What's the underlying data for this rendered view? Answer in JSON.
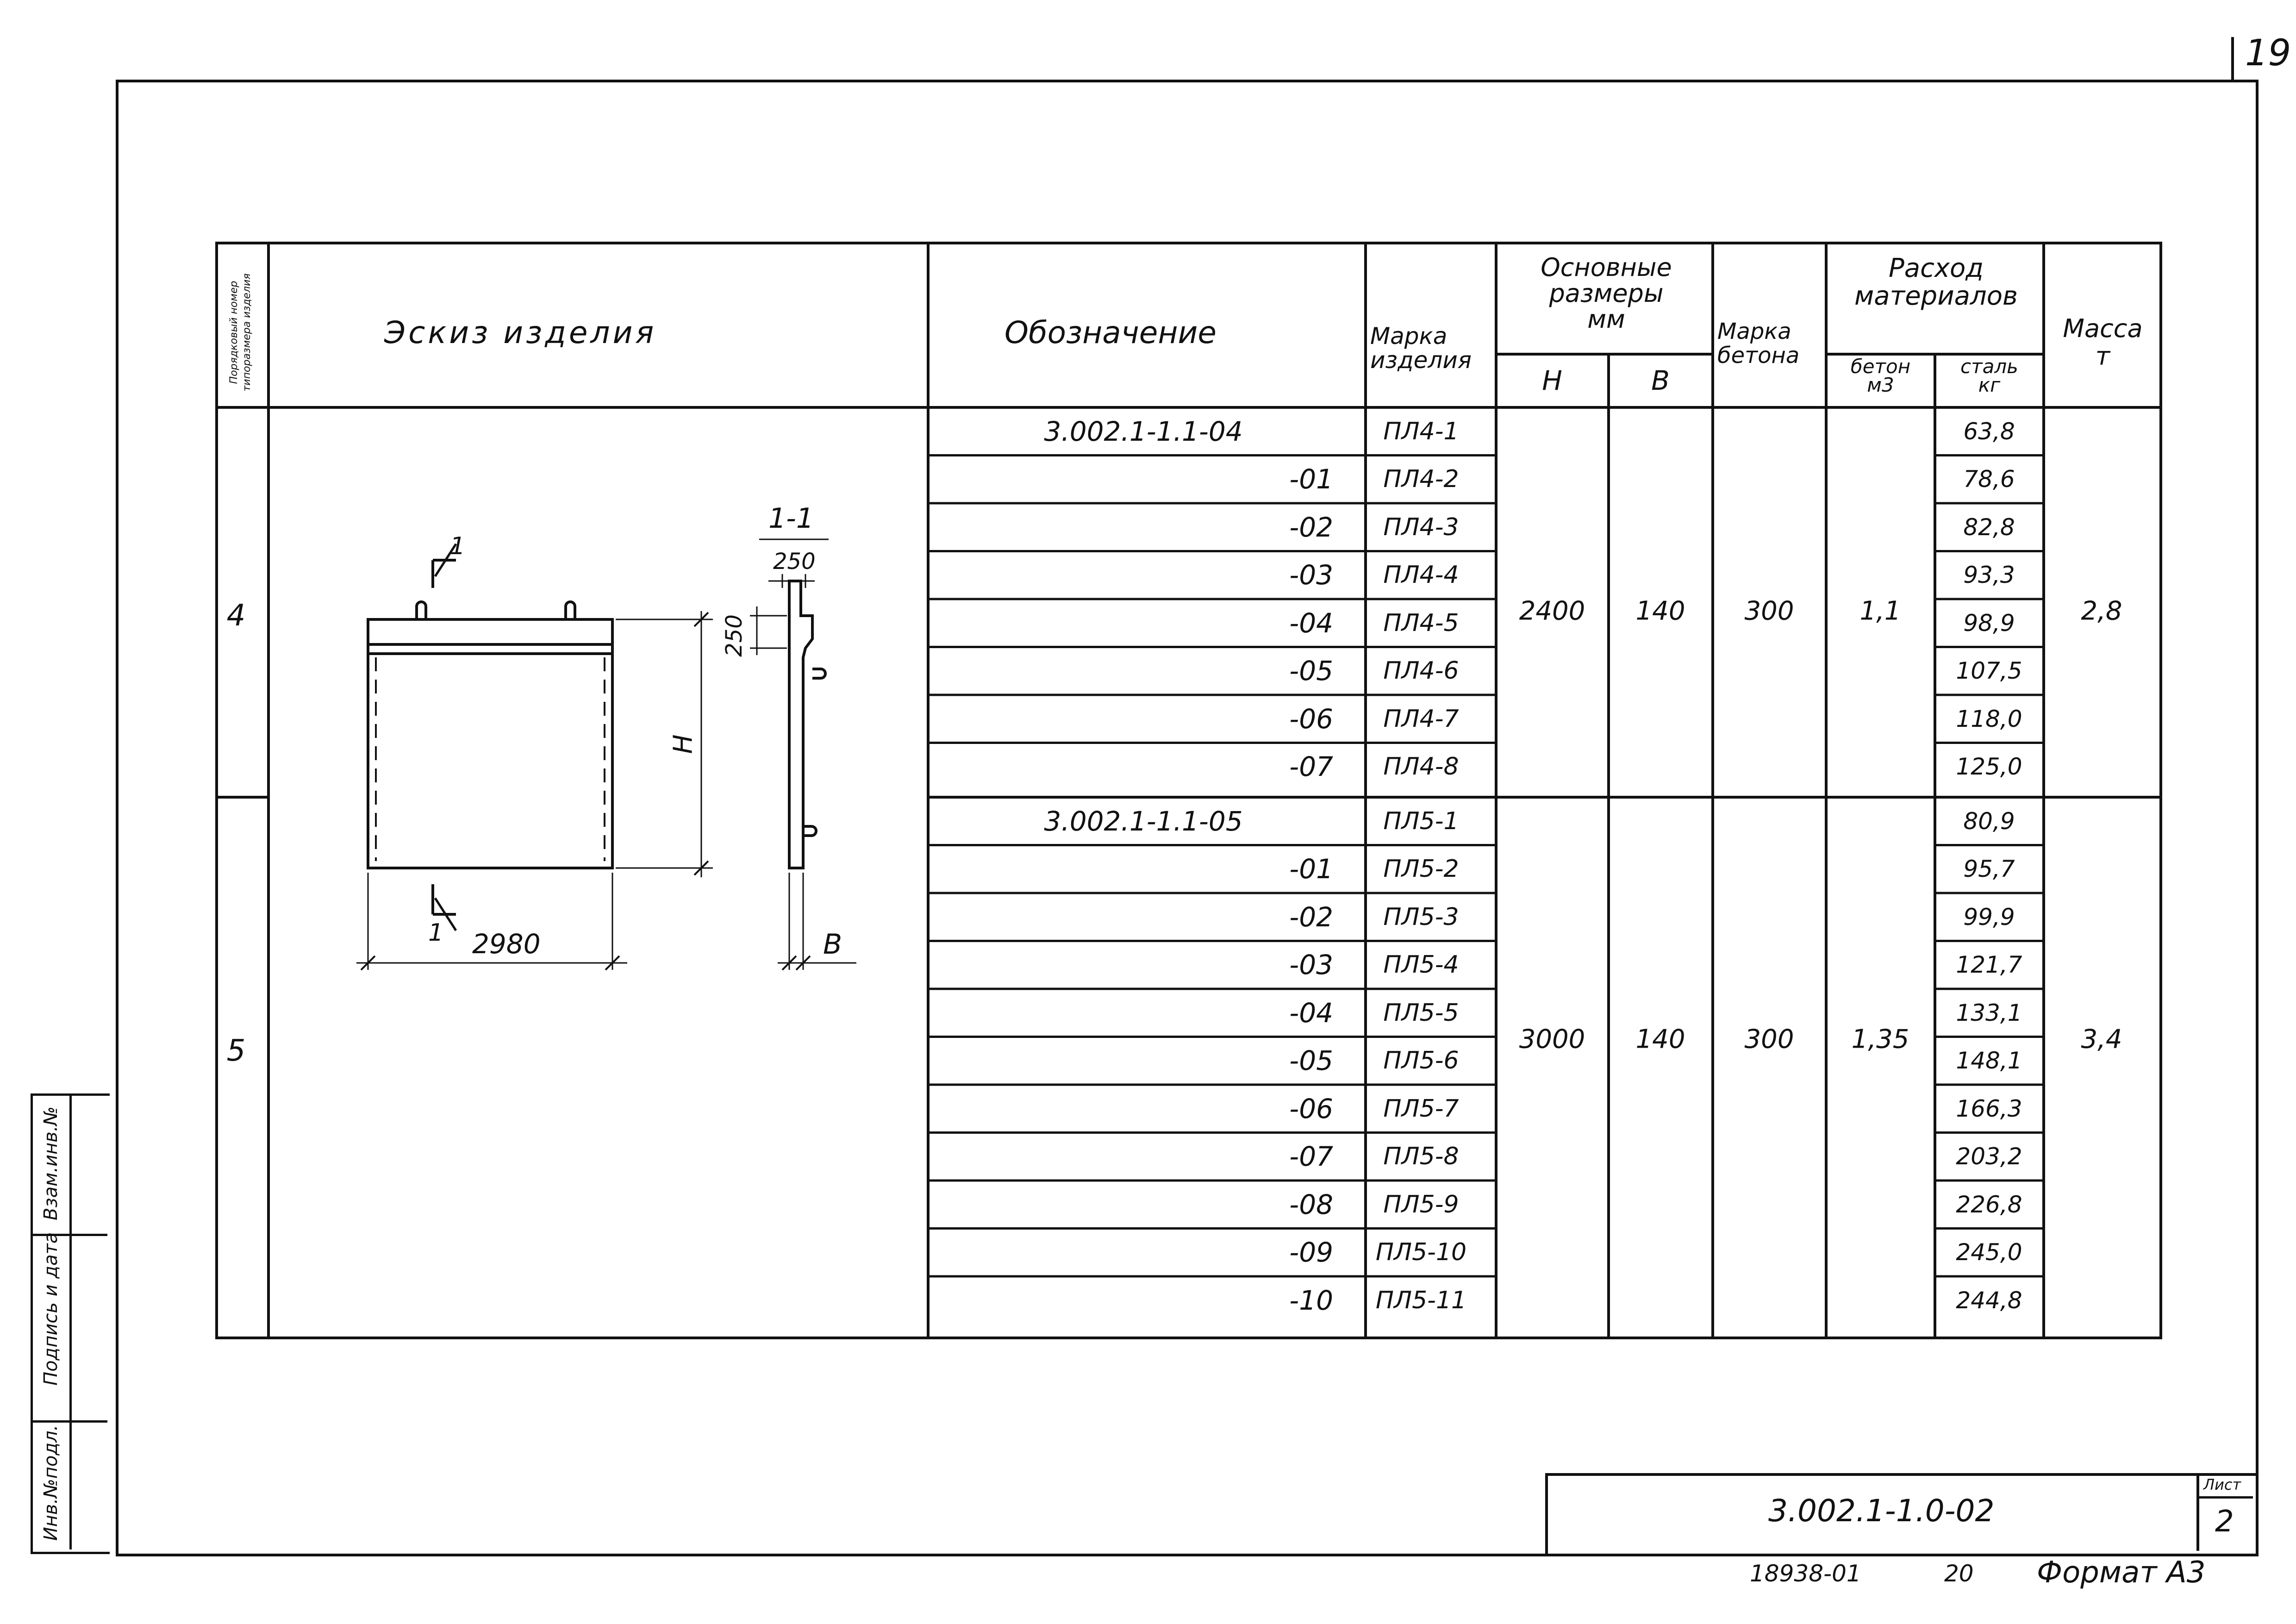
{
  "sheet_corner_number": "19",
  "table": {
    "headers": {
      "sequence": "Порядковый номер типоразмера изделия",
      "sketch": "Эскиз изделия",
      "designation": "Обозначение",
      "mark": "Марка изделия",
      "main_dims": "Основные размеры",
      "main_dims_unit": "мм",
      "H": "Н",
      "B": "В",
      "concrete_mark": "Марка бетона",
      "consumption": "Расход материалов",
      "concrete": "бетон",
      "concrete_unit": "м3",
      "steel": "сталь",
      "steel_unit": "кг",
      "mass": "Масса",
      "mass_unit": "т"
    },
    "groups": [
      {
        "num": "4",
        "H": "2400",
        "B": "140",
        "concrete_mark": "300",
        "concrete": "1,1",
        "mass": "2,8",
        "rows": [
          {
            "designation": "3.002.1-1.1-04",
            "mark": "ПЛ4-1",
            "steel": "63,8"
          },
          {
            "designation": "-01",
            "mark": "ПЛ4-2",
            "steel": "78,6"
          },
          {
            "designation": "-02",
            "mark": "ПЛ4-3",
            "steel": "82,8"
          },
          {
            "designation": "-03",
            "mark": "ПЛ4-4",
            "steel": "93,3"
          },
          {
            "designation": "-04",
            "mark": "ПЛ4-5",
            "steel": "98,9"
          },
          {
            "designation": "-05",
            "mark": "ПЛ4-6",
            "steel": "107,5"
          },
          {
            "designation": "-06",
            "mark": "ПЛ4-7",
            "steel": "118,0"
          },
          {
            "designation": "-07",
            "mark": "ПЛ4-8",
            "steel": "125,0"
          }
        ]
      },
      {
        "num": "5",
        "H": "3000",
        "B": "140",
        "concrete_mark": "300",
        "concrete": "1,35",
        "mass": "3,4",
        "rows": [
          {
            "designation": "3.002.1-1.1-05",
            "mark": "ПЛ5-1",
            "steel": "80,9"
          },
          {
            "designation": "-01",
            "mark": "ПЛ5-2",
            "steel": "95,7"
          },
          {
            "designation": "-02",
            "mark": "ПЛ5-3",
            "steel": "99,9"
          },
          {
            "designation": "-03",
            "mark": "ПЛ5-4",
            "steel": "121,7"
          },
          {
            "designation": "-04",
            "mark": "ПЛ5-5",
            "steel": "133,1"
          },
          {
            "designation": "-05",
            "mark": "ПЛ5-6",
            "steel": "148,1"
          },
          {
            "designation": "-06",
            "mark": "ПЛ5-7",
            "steel": "166,3"
          },
          {
            "designation": "-07",
            "mark": "ПЛ5-8",
            "steel": "203,2"
          },
          {
            "designation": "-08",
            "mark": "ПЛ5-9",
            "steel": "226,8"
          },
          {
            "designation": "-09",
            "mark": "ПЛ5-10",
            "steel": "245,0"
          },
          {
            "designation": "-10",
            "mark": "ПЛ5-11",
            "steel": "244,8"
          }
        ]
      }
    ]
  },
  "sketch": {
    "section_mark": "1",
    "section_title": "1-1",
    "dim_width": "2980",
    "dim_height": "Н",
    "dim_top": "250",
    "dim_side": "250",
    "dim_thickness": "В"
  },
  "side_stamp": {
    "inv_orig": "Инв.№подл.",
    "signature_date": "Подпись и дата",
    "replaces_inv": "Взам.инв.№"
  },
  "title_block": {
    "code": "3.002.1-1.0-02",
    "sheet_label": "Лист",
    "sheet_number": "2"
  },
  "footer": {
    "order_number": "18938-01",
    "copy_number": "20",
    "format": "Формат А3"
  }
}
